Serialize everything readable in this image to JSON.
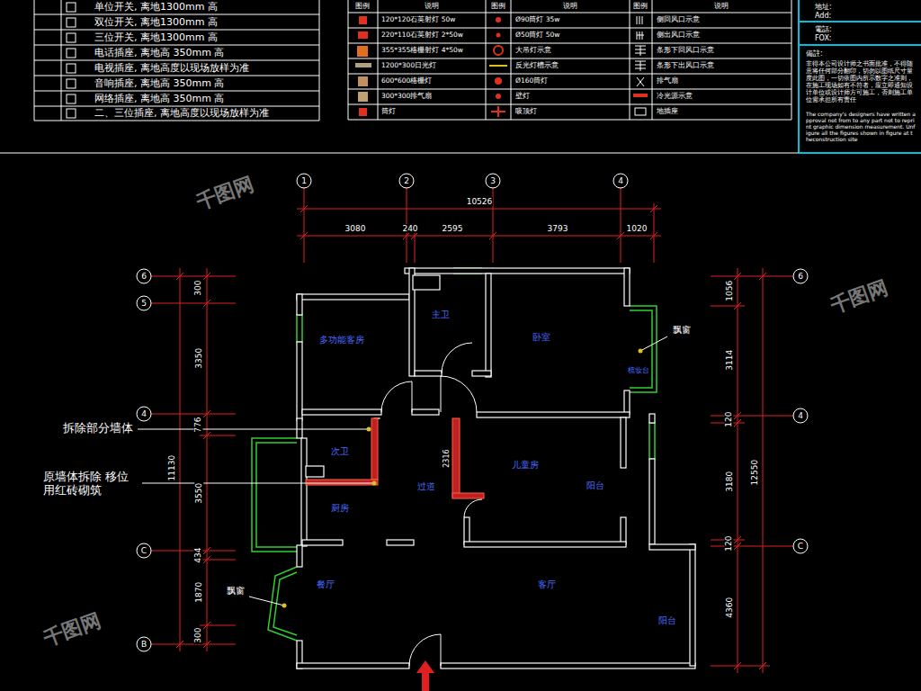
{
  "diagram": {
    "labels": [
      "单位开关, 离地1300mm 高",
      "双位开关, 离地1300mm 高",
      "三位开关, 离地1300mm 高",
      "电话插座, 离地高 350mm 高",
      "电视插座, 离地高度以现场放样为准",
      "音响插座, 离地高 350mm 高",
      "网络插座, 离地高 350mm 高",
      "二、三位插座, 离地高度以现场放样为准",
      "图例",
      "说明",
      "图例",
      "说明",
      "图例",
      "说明",
      "120*120石英射灯 50w",
      "Ø90筒灯 35w",
      "侧回风口示意",
      "220*110石英射灯 2*50w",
      "Ø50筒灯 50w",
      "侧出风口示意",
      "355*355格栅射灯 4*50w",
      "大吊灯示意",
      "条形下回风口示意",
      "1200*300日光灯",
      "反光灯槽示意",
      "条形下出风口示意",
      "600*600格栅灯",
      "Ø160筒灯",
      "排气扇",
      "300*300排气扇",
      "壁灯",
      "冷光源示意",
      "筒灯",
      "吸顶灯",
      "地插座",
      "地址:",
      "Add:",
      "電話:",
      "FOX:",
      "備註:",
      "非得本公司设计师之书面批准，不得随意将任何部分翻印，切勿以图纸尺寸量度此图，一切依图内所示数字之准则，在施工现场如有不符者，应立即通知设计单位或设计师方可施工，否则施工单位需承担所有责任",
      "The company's designers have written approval not from to any part not to reprint graphic dimension measurement. Unfigure all the figures shown in figure at theconstruction site",
      "多功能客房",
      "主卫",
      "卧室",
      "梳妆台",
      "次卫",
      "厨房",
      "过道",
      "儿童房",
      "阳台",
      "餐厅",
      "客厅",
      "阳台",
      "飘窗",
      "飘窗",
      "拆除部分墙体",
      "原墙体拆除 移位 用红砖砌筑",
      "10526",
      "3080",
      "240",
      "2595",
      "3793",
      "1020",
      "300",
      "3350",
      "776",
      "3550",
      "434",
      "1870",
      "300",
      "11130",
      "1056",
      "3114",
      "120",
      "3180",
      "120",
      "4360",
      "12550",
      "2316",
      "1",
      "2",
      "3",
      "4",
      "6",
      "5",
      "4",
      "C",
      "B",
      "6",
      "4",
      "C",
      "千图网",
      "千图网",
      "千图网"
    ]
  }
}
